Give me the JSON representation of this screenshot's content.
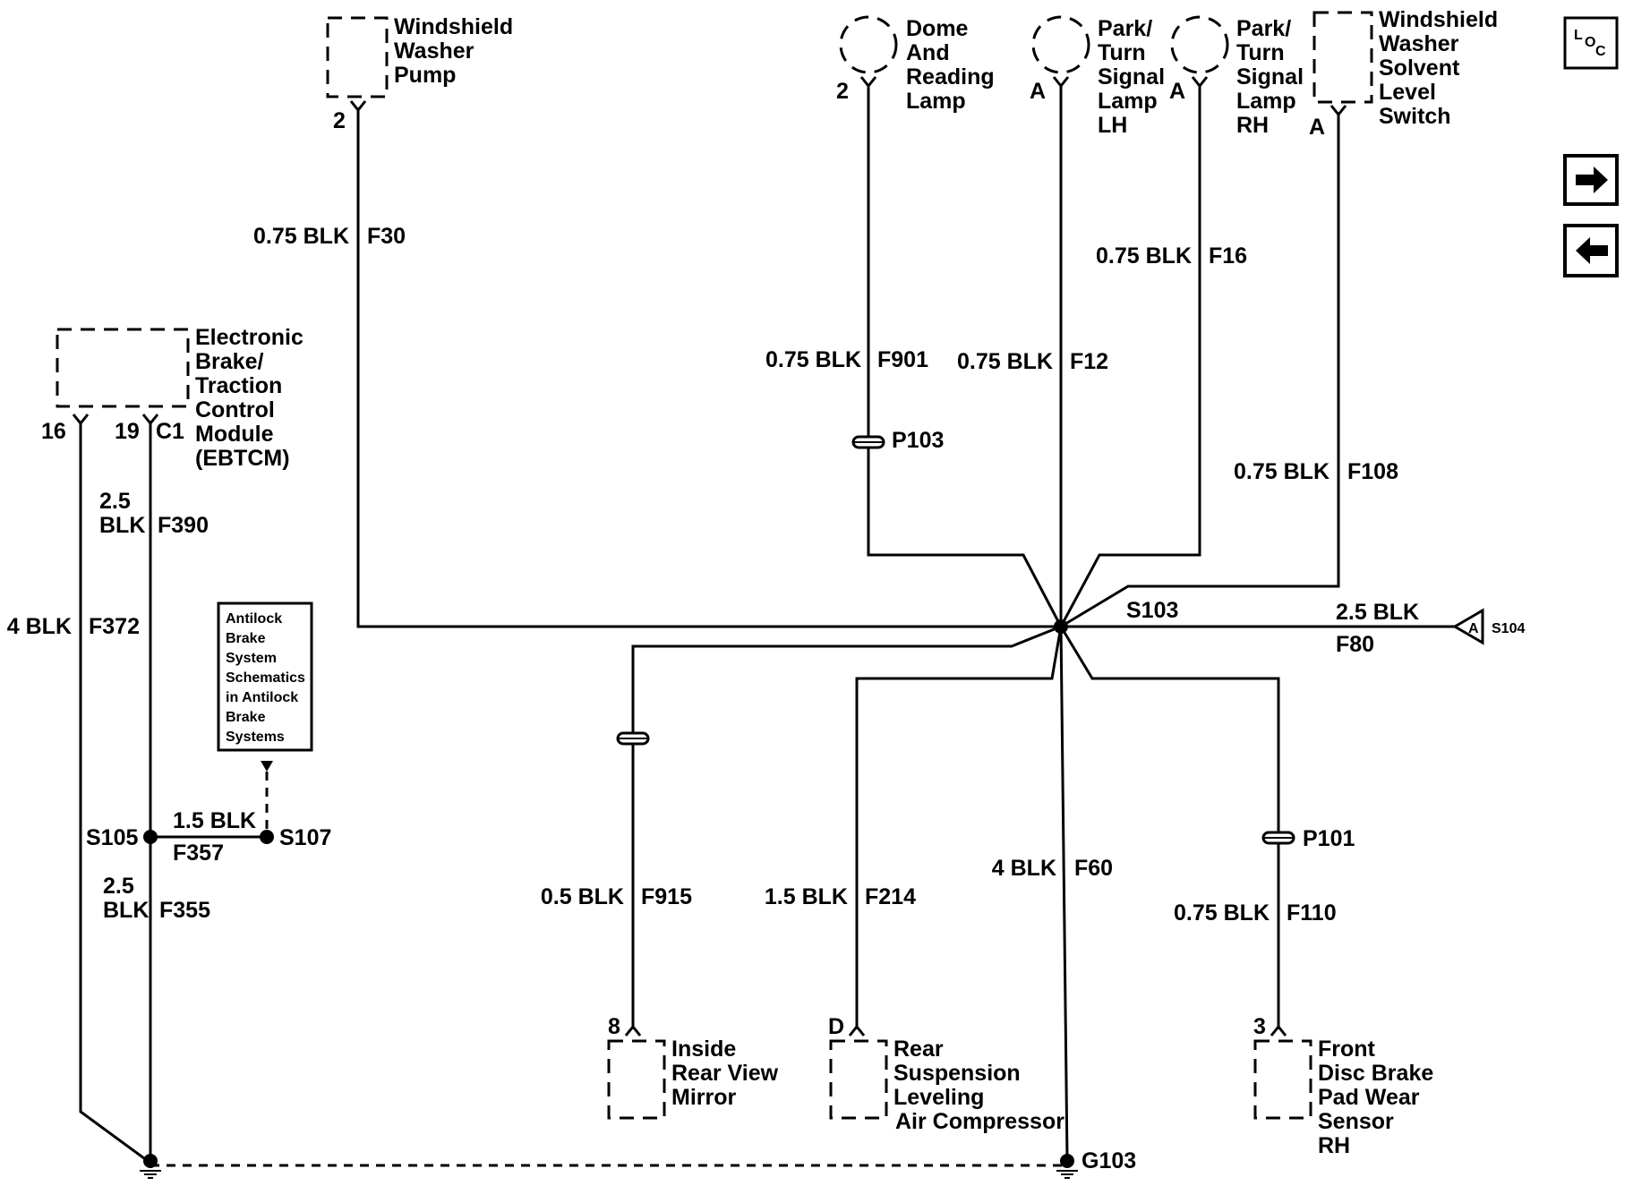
{
  "components": {
    "windshield_washer_pump": {
      "name": [
        "Windshield",
        "Washer",
        "Pump"
      ],
      "pin": "2"
    },
    "dome_lamp": {
      "name": [
        "Dome",
        "And",
        "Reading",
        "Lamp"
      ],
      "pin": "2"
    },
    "park_lamp_lh": {
      "name": [
        "Park/",
        "Turn",
        "Signal",
        "Lamp",
        "LH"
      ],
      "pin": "A"
    },
    "park_lamp_rh": {
      "name": [
        "Park/",
        "Turn",
        "Signal",
        "Lamp",
        "RH"
      ],
      "pin": "A"
    },
    "solvent_switch": {
      "name": [
        "Windshield",
        "Washer",
        "Solvent",
        "Level",
        "Switch"
      ],
      "pin": "A"
    },
    "ebtcm": {
      "name": [
        "Electronic",
        "Brake/",
        "Traction",
        "Control",
        "Module",
        "(EBTCM)"
      ],
      "pin_a": "16",
      "pin_b": "19",
      "connector": "C1"
    },
    "abs_reference": {
      "lines": [
        "Antilock",
        "Brake",
        "System",
        "Schematics",
        "in Antilock",
        "Brake",
        "Systems"
      ]
    },
    "mirror": {
      "name": [
        "Inside",
        "Rear View",
        "Mirror"
      ],
      "pin": "8"
    },
    "compressor": {
      "name": [
        "Rear",
        "Suspension",
        "Leveling",
        "Air Compressor"
      ],
      "pin": "D"
    },
    "pad_sensor": {
      "name": [
        "Front",
        "Disc Brake",
        "Pad Wear",
        "Sensor",
        "RH"
      ],
      "pin": "3"
    }
  },
  "wires": {
    "f30": {
      "gauge": "0.75 BLK",
      "circuit": "F30"
    },
    "f901": {
      "gauge": "0.75 BLK",
      "circuit": "F901"
    },
    "f12": {
      "gauge": "0.75 BLK",
      "circuit": "F12"
    },
    "f16": {
      "gauge": "0.75 BLK",
      "circuit": "F16"
    },
    "f108": {
      "gauge": "0.75 BLK",
      "circuit": "F108"
    },
    "f80": {
      "gauge": "2.5 BLK",
      "circuit": "F80"
    },
    "f372": {
      "gauge": "4 BLK",
      "circuit": "F372"
    },
    "f390": {
      "gauge_a": "2.5",
      "gauge_b": "BLK",
      "circuit": "F390"
    },
    "f357": {
      "gauge": "1.5 BLK",
      "circuit": "F357"
    },
    "f355": {
      "gauge_a": "2.5",
      "gauge_b": "BLK",
      "circuit": "F355"
    },
    "f915": {
      "gauge": "0.5 BLK",
      "circuit": "F915"
    },
    "f214": {
      "gauge": "1.5 BLK",
      "circuit": "F214"
    },
    "f60": {
      "gauge": "4 BLK",
      "circuit": "F60"
    },
    "f110": {
      "gauge": "0.75 BLK",
      "circuit": "F110"
    }
  },
  "nodes": {
    "s103": "S103",
    "s104": "S104",
    "s104_pin": "A",
    "s105": "S105",
    "s107": "S107",
    "p103": "P103",
    "p101": "P101",
    "g103": "G103"
  },
  "nav": {
    "loc_l": "L",
    "loc_o": "O",
    "loc_c": "C",
    "forward_icon": "arrow-right-icon",
    "back_icon": "arrow-left-icon"
  }
}
